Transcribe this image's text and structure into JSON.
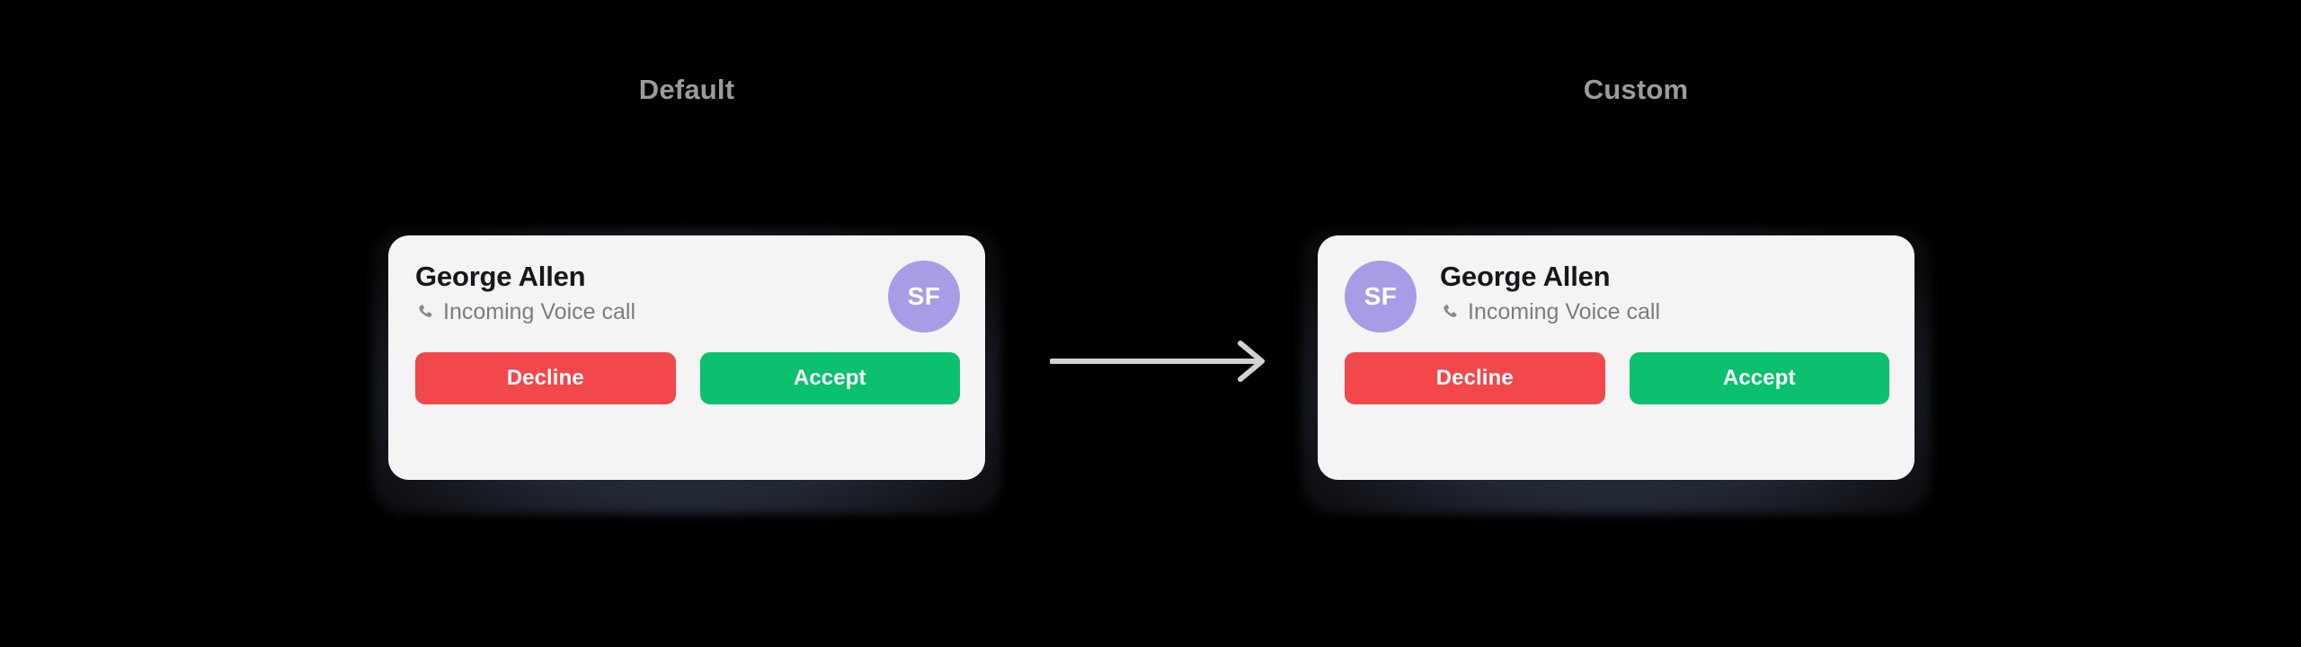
{
  "page": {
    "background_color": "#000000"
  },
  "sections": [
    {
      "key": "default",
      "caption": "Default",
      "layout": "avatar-right"
    },
    {
      "key": "custom",
      "caption": "Custom",
      "layout": "avatar-left"
    }
  ],
  "notification": {
    "caller_name": "George Allen",
    "call_status": "Incoming Voice call",
    "status_icon": "phone-icon",
    "avatar": {
      "initials": "SF",
      "background_color": "#a89ce7",
      "text_color": "#ffffff"
    },
    "card_background_color": "#f4f4f5",
    "buttons": {
      "decline_label": "Decline",
      "decline_color": "#f2474b",
      "accept_label": "Accept",
      "accept_color": "#0bc06e"
    }
  },
  "transition": {
    "arrow_icon": "arrow-right-icon",
    "arrow_color": "#d2d2d2"
  },
  "caption_color": "#9b9b9b"
}
